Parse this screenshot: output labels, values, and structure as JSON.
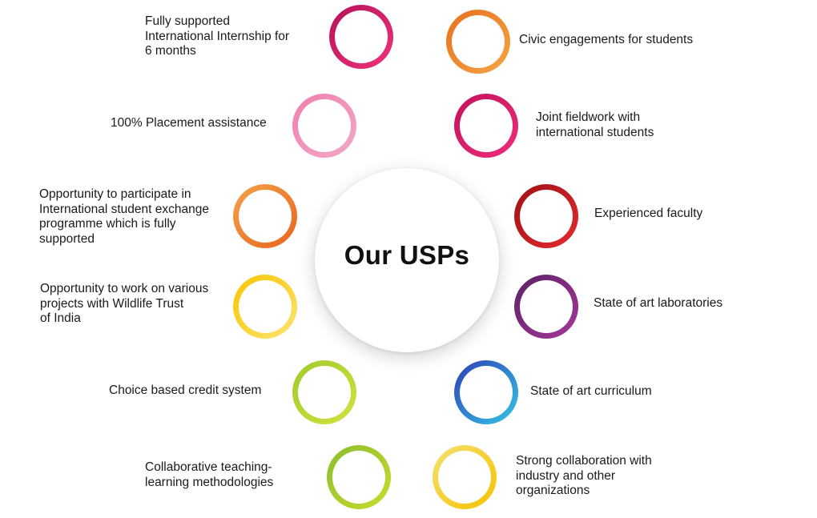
{
  "title": "Our USPs",
  "items": [
    {
      "text": "Fully supported\nInternational Internship for\n6 months",
      "c1": "#b3135a",
      "c2": "#f0327a"
    },
    {
      "text": "Civic engagements for students",
      "c1": "#e8701e",
      "c2": "#f5a545"
    },
    {
      "text": "100% Placement assistance",
      "c1": "#ee7fae",
      "c2": "#f3a9c7"
    },
    {
      "text": "Joint fieldwork with\ninternational students",
      "c1": "#c2125a",
      "c2": "#ee2e7a"
    },
    {
      "text": "Opportunity to participate in\nInternational student exchange\nprogramme which is fully\n supported",
      "c1": "#f3a24a",
      "c2": "#e8641e"
    },
    {
      "text": "Experienced faculty",
      "c1": "#9e1015",
      "c2": "#e42a2f"
    },
    {
      "text": "Opportunity to work on various\nprojects with Wildlife Trust\nof India",
      "c1": "#f7c400",
      "c2": "#fce574"
    },
    {
      "text": "State of art laboratories",
      "c1": "#5a2165",
      "c2": "#a6379a"
    },
    {
      "text": "Choice based credit system",
      "c1": "#9fcb2c",
      "c2": "#d2e23f"
    },
    {
      "text": "State of art curriculum",
      "c1": "#2b3fb4",
      "c2": "#36c6e6"
    },
    {
      "text": "Collaborative teaching-\nlearning methodologies",
      "c1": "#8bbd31",
      "c2": "#c9dd2c"
    },
    {
      "text": "Strong collaboration with\nindustry and other\norganizations",
      "c1": "#f3e070",
      "c2": "#f6c200"
    }
  ]
}
